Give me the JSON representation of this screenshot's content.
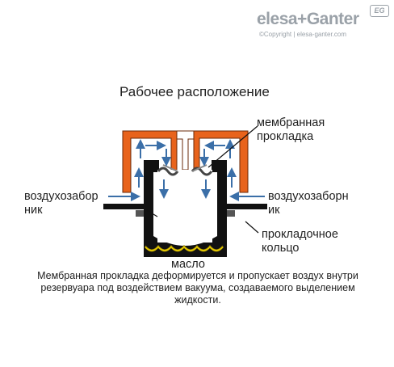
{
  "brand": {
    "name": "elesa+Ganter",
    "copyright": "©Copyright | elesa-ganter.com",
    "badge": "EG"
  },
  "title": "Рабочее расположение",
  "labels": {
    "membrane": [
      "мембранная",
      "прокладка"
    ],
    "air_intake_left": [
      "воздухозабор",
      "ник"
    ],
    "air_intake_right": [
      "воздухозаборн",
      "ик"
    ],
    "gasket_ring": [
      "прокладочное",
      "кольцо"
    ],
    "oil": "масло"
  },
  "caption": [
    "Мембранная прокладка деформируется и пропускает воздух внутри",
    "резервуара под воздействием вакуума, создаваемого выделением",
    "жидкости."
  ],
  "colors": {
    "cap": "#e8631c",
    "arrow": "#3b6fa8",
    "body": "#111111",
    "plate": "#444444",
    "oil_wave": "#e0c400"
  }
}
